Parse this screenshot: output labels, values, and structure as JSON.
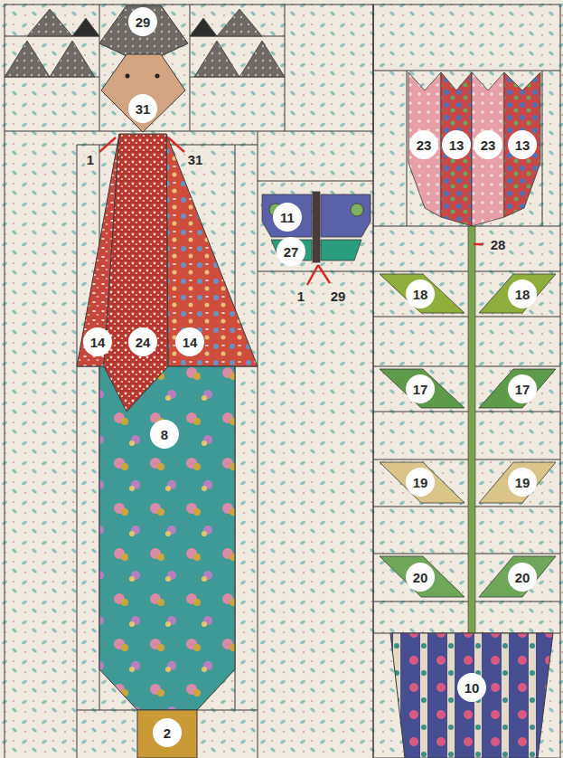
{
  "diagram": {
    "labels": [
      "29",
      "31",
      "1",
      "31",
      "23",
      "13",
      "23",
      "13",
      "11",
      "27",
      "1",
      "29",
      "28",
      "18",
      "18",
      "14",
      "24",
      "14",
      "17",
      "17",
      "19",
      "19",
      "8",
      "20",
      "20",
      "10",
      "2"
    ]
  }
}
